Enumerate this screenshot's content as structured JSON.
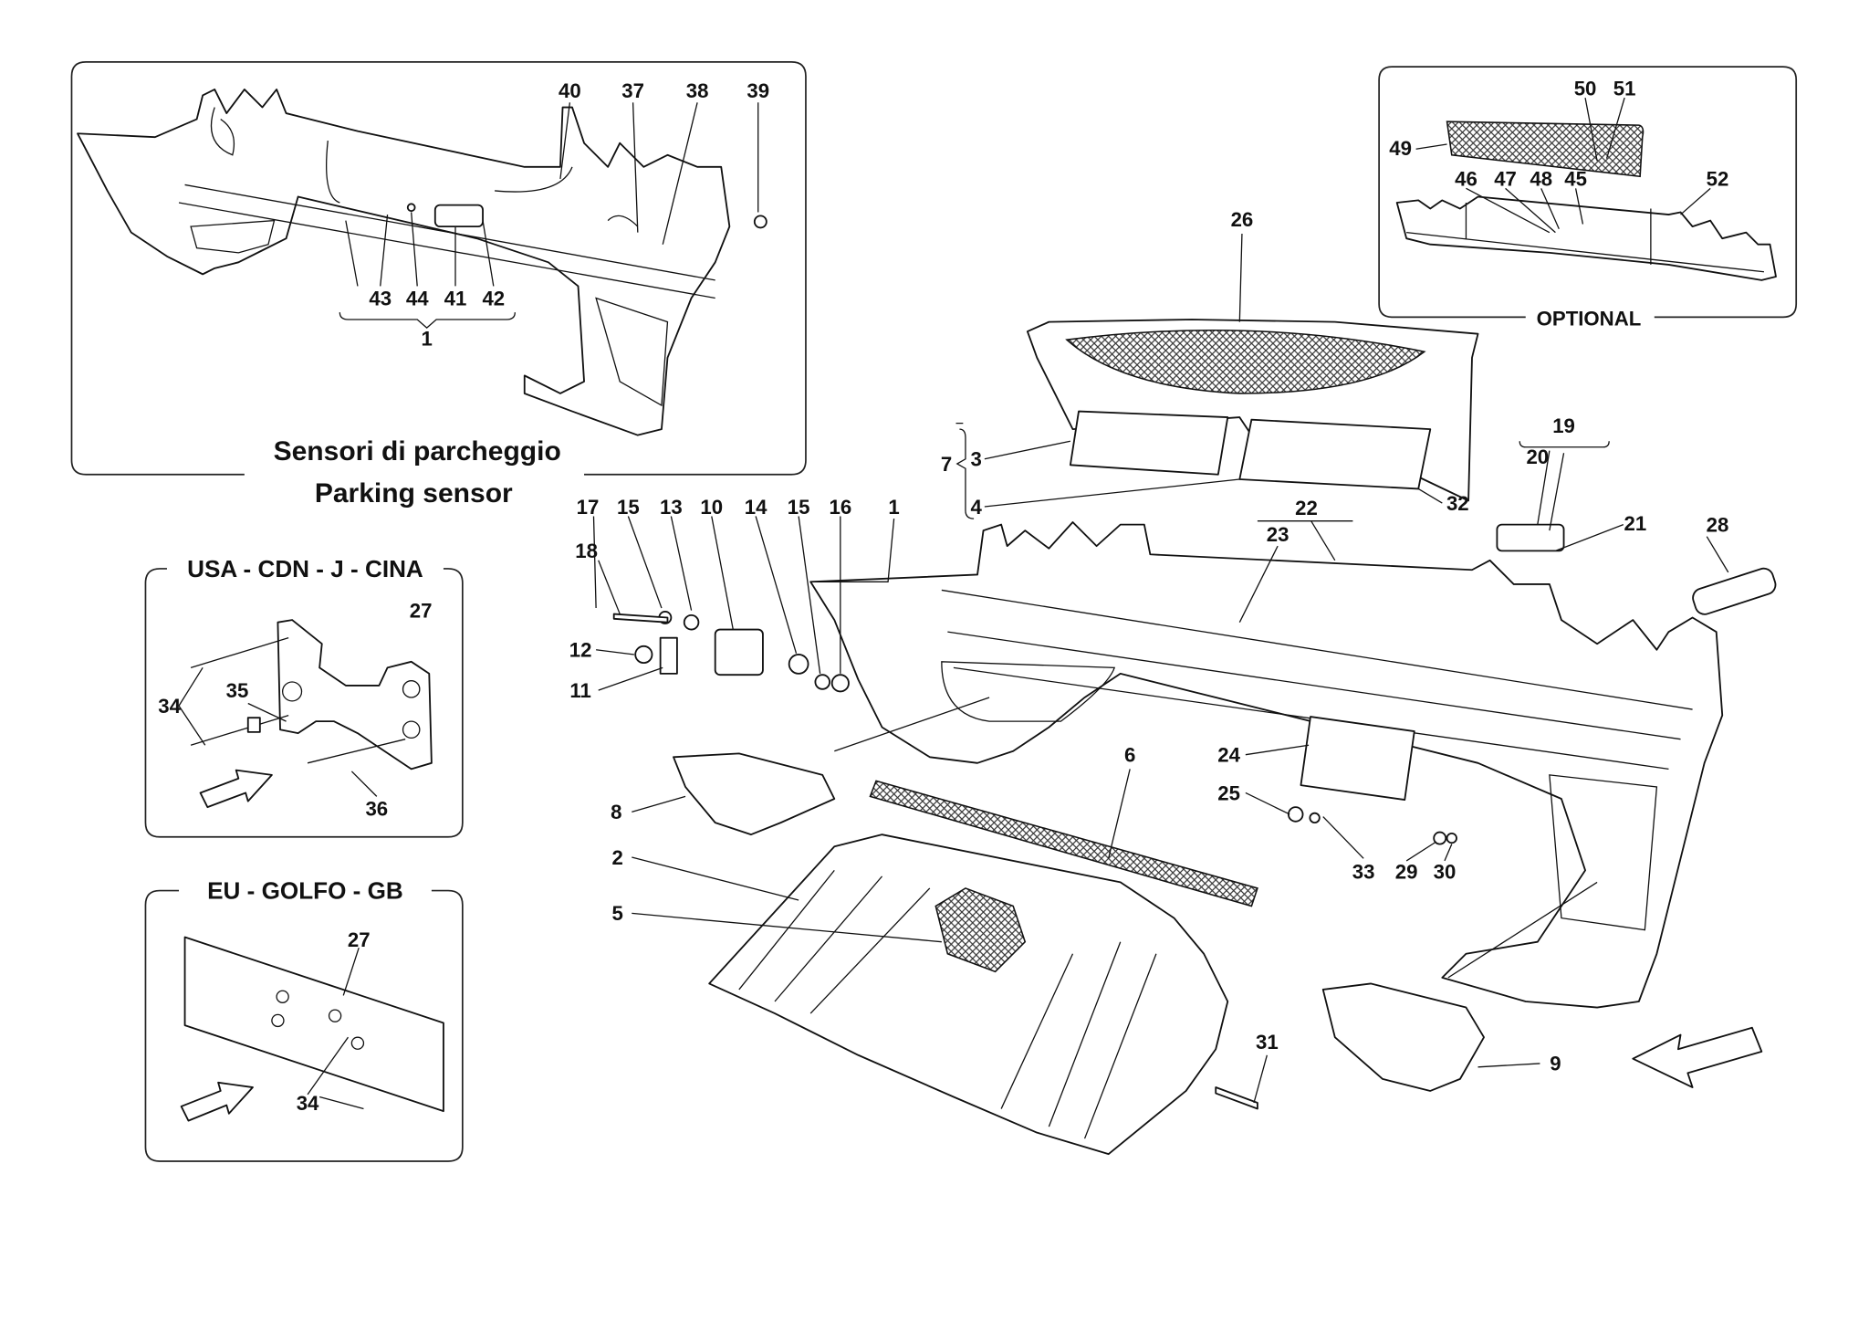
{
  "insets": {
    "parking_sensor": {
      "title_it": "Sensori di parcheggio",
      "title_en": "Parking sensor",
      "callouts": [
        "40",
        "37",
        "38",
        "39",
        "43",
        "44",
        "41",
        "42",
        "1"
      ]
    },
    "optional": {
      "title": "OPTIONAL",
      "callouts": [
        "50",
        "51",
        "49",
        "46",
        "47",
        "48",
        "45",
        "52"
      ]
    },
    "usa": {
      "title": "USA - CDN - J - CINA",
      "callouts": [
        "27",
        "34",
        "35",
        "36"
      ]
    },
    "eu": {
      "title": "EU - GOLFO - GB",
      "callouts": [
        "27",
        "34"
      ]
    }
  },
  "main": {
    "callouts": [
      "26",
      "7",
      "3",
      "4",
      "32",
      "19",
      "20",
      "21",
      "28",
      "22",
      "23",
      "17",
      "15",
      "13",
      "10",
      "14",
      "15",
      "16",
      "1",
      "18",
      "12",
      "11",
      "24",
      "25",
      "33",
      "29",
      "30",
      "6",
      "8",
      "2",
      "5",
      "31",
      "9"
    ]
  },
  "icons": [
    "direction-arrow"
  ]
}
